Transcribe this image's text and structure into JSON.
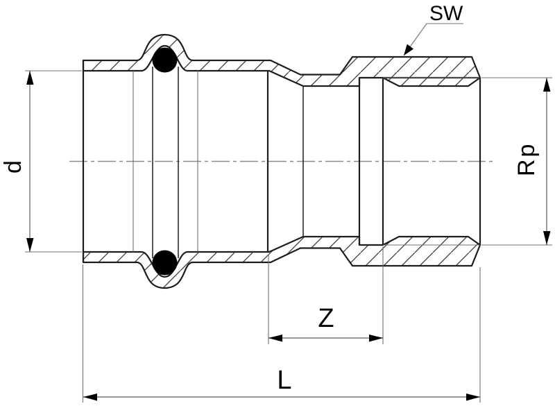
{
  "drawing": {
    "type": "technical-section-drawing",
    "subject": "press-fitting female adapter, cross section",
    "labels": {
      "sw": "SW",
      "d": "d",
      "rp": "Rp",
      "z": "Z",
      "l": "L"
    },
    "colors": {
      "background": "#ffffff",
      "main_line": "#1c1c1c",
      "thin_line": "#6f6f6f",
      "centerline": "#8a8a8a",
      "o_ring": "#000000",
      "text": "#000000"
    }
  }
}
